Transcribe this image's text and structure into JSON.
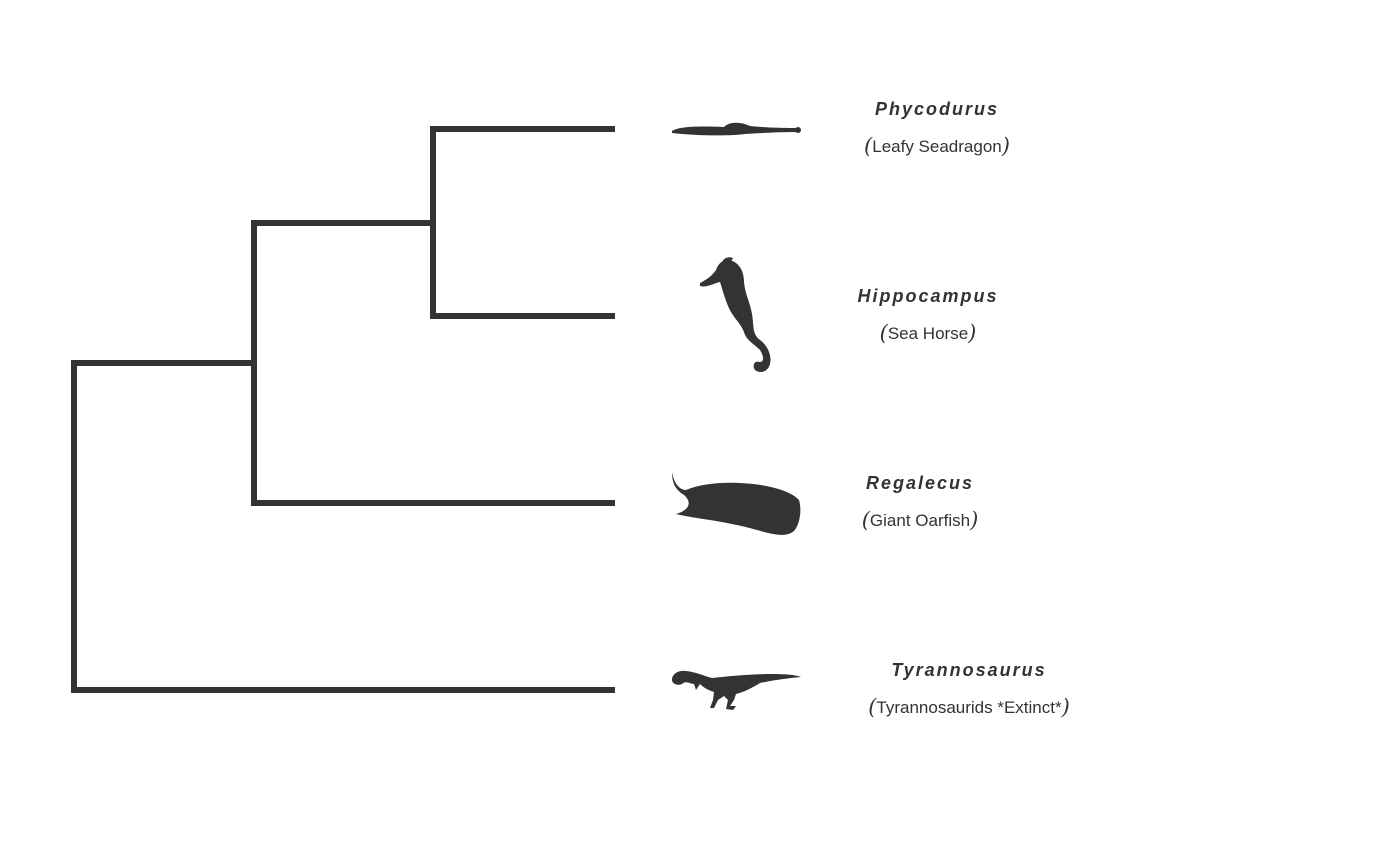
{
  "colors": {
    "ink": "#333333",
    "background": "#ffffff"
  },
  "taxa": [
    {
      "genus": "Phycodurus",
      "common": "Leafy Seadragon",
      "silhouette": "leafy-seadragon-icon"
    },
    {
      "genus": "Hippocampus",
      "common": "Sea Horse",
      "silhouette": "sea-horse-icon"
    },
    {
      "genus": "Regalecus",
      "common": "Giant Oarfish",
      "silhouette": "oarfish-icon"
    },
    {
      "genus": "Tyrannosaurus",
      "common": "Tyrannosaurids *Extinct*",
      "silhouette": "tyrannosaurus-icon"
    }
  ],
  "tree": {
    "topology": "(Tyrannosaurus,(Regalecus,(Phycodurus,Hippocampus)))"
  }
}
